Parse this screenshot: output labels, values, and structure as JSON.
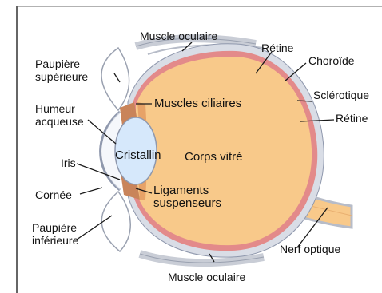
{
  "diagram": {
    "labels": {
      "muscle_top": "Muscle oculaire",
      "muscle_bottom": "Muscle oculaire",
      "paupiere_sup": [
        "Paupière",
        "supérieure"
      ],
      "paupiere_inf": [
        "Paupière",
        "inférieure"
      ],
      "humeur": [
        "Humeur",
        "acqueuse"
      ],
      "iris": "Iris",
      "cornee": "Cornée",
      "cristallin": "Cristallin",
      "muscles_ciliaires": "Muscles ciliaires",
      "corps_vitre": "Corps vitré",
      "ligaments": [
        "Ligaments",
        "suspenseurs"
      ],
      "retine_top": "Rétine",
      "retine_right": "Rétine",
      "choroide": "Choroïde",
      "sclerotique": "Sclérotique",
      "nerf": "Nerf optique"
    },
    "colors": {
      "body_fill": "#f8c98a",
      "choroid": "#e38a8a",
      "sclera": "#d9dde6",
      "lens": "#d6e8fb",
      "ciliary": "#c9845a",
      "leader": "#1a1a1a",
      "outline": "#7f8aa3"
    }
  }
}
